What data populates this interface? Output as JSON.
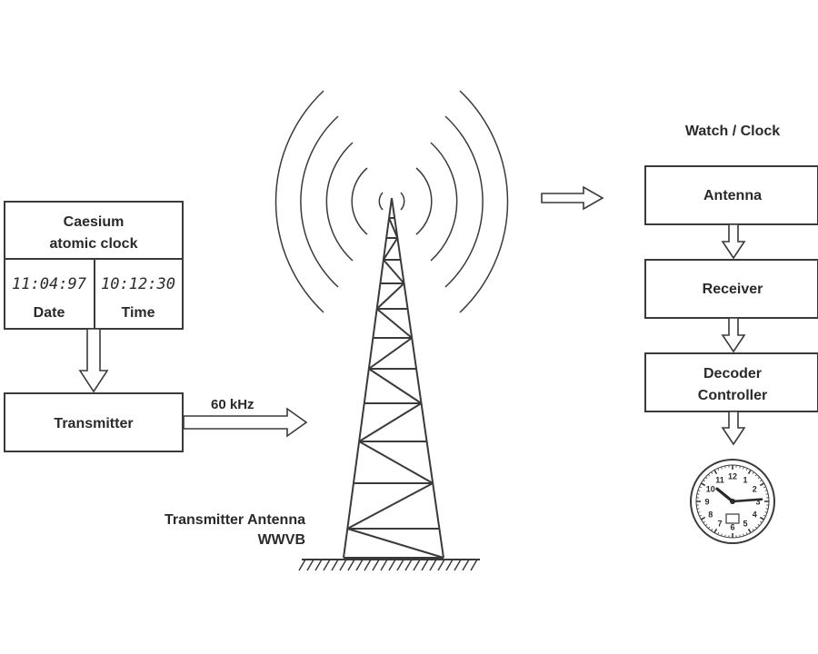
{
  "atomic_clock": {
    "title_line1": "Caesium",
    "title_line2": "atomic clock",
    "date_value": "11:04:97",
    "time_value": "10:12:30",
    "date_label": "Date",
    "time_label": "Time"
  },
  "transmitter": {
    "label": "Transmitter"
  },
  "signal": {
    "frequency": "60 kHz"
  },
  "antenna": {
    "caption_line1": "Transmitter Antenna",
    "caption_line2": "WWVB"
  },
  "receiver_chain": {
    "title": "Watch / Clock",
    "antenna_label": "Antenna",
    "receiver_label": "Receiver",
    "decoder_line1": "Decoder",
    "decoder_line2": "Controller"
  },
  "clock_face": {
    "numerals": [
      "12",
      "1",
      "2",
      "3",
      "4",
      "5",
      "6",
      "7",
      "8",
      "9",
      "10",
      "11"
    ],
    "hour_position": 10.3,
    "minute_position": 12
  },
  "colors": {
    "ink": "#3a3a3a",
    "background": "#ffffff"
  }
}
